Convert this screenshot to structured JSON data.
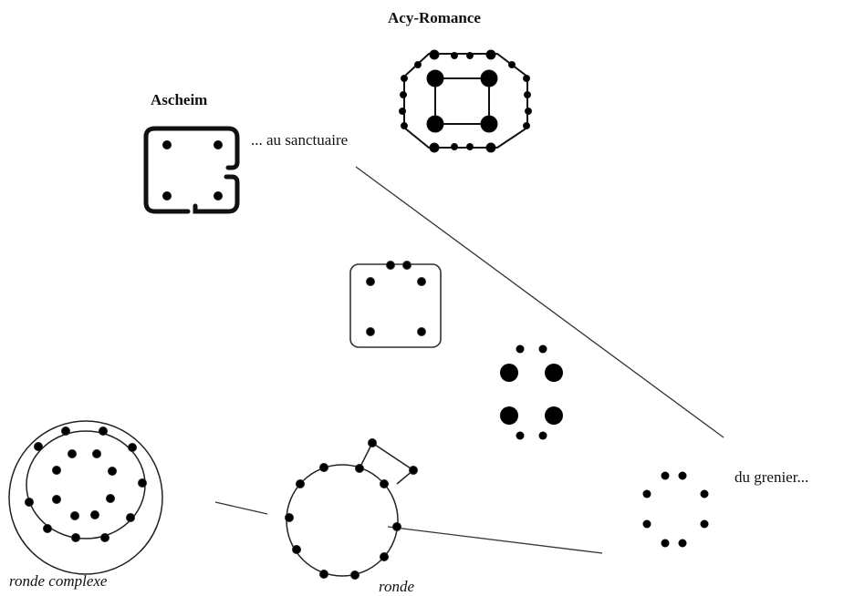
{
  "labels": {
    "acy": "Acy-Romance",
    "ascheim": "Ascheim",
    "sanctuaire": "... au sanctuaire",
    "grenier": "du grenier...",
    "ronde_complexe": "ronde complexe",
    "ronde": "ronde"
  }
}
